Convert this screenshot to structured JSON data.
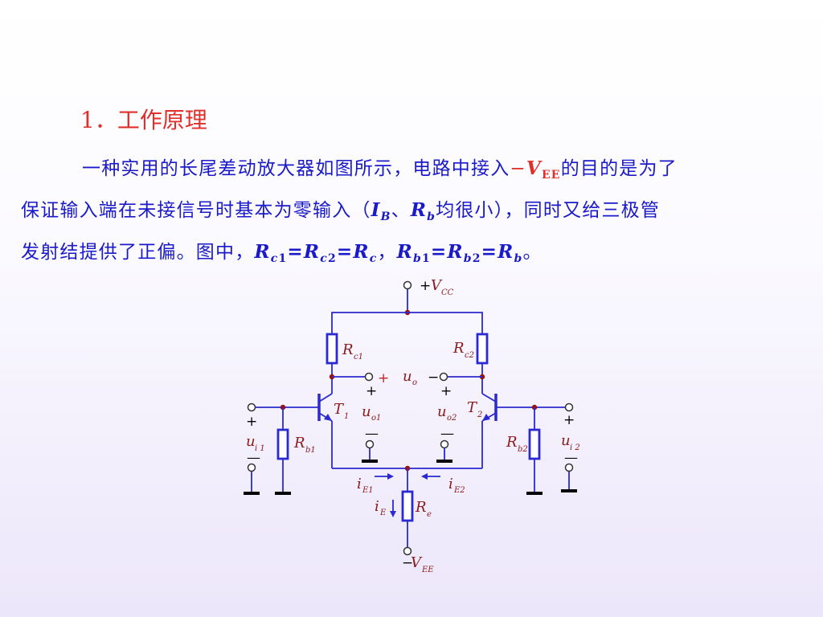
{
  "heading": "1．工作原理",
  "paragraph": {
    "line1_text": "一种实用的长尾差动放大器如图所示，电路中接入",
    "line1_minus": "−",
    "line1_var": "V",
    "line1_sub": "EE",
    "line1_tail": "的目的是为了",
    "line2_text": "保证输入端在未接信号时基本为零输入（",
    "line2_var1": "I",
    "line2_sub1": "B",
    "line2_sep": "、",
    "line2_var2": "R",
    "line2_sub2": "b",
    "line2_tail": "均很小），同时又给三极管",
    "line3_text": "发射结提供了正偏。图中，",
    "line3_eq1": "R",
    "line3_eq1_sub": "c",
    "line3_eq1_n": "1",
    "line3_eq2": "=R",
    "line3_eq2_sub": "c",
    "line3_eq2_n": "2",
    "line3_eq3": "=R",
    "line3_eq3_sub": "c",
    "line3_comma": "，",
    "line3_eq4": "R",
    "line3_eq4_sub": "b",
    "line3_eq4_n": "1",
    "line3_eq5": "=R",
    "line3_eq5_sub": "b",
    "line3_eq5_n": "2",
    "line3_eq6": "=R",
    "line3_eq6_sub": "b",
    "line3_end": "。"
  },
  "circuit": {
    "vcc": {
      "sign": "+",
      "v": "V",
      "sub": "CC"
    },
    "vee": {
      "sign": "−",
      "v": "V",
      "sub": "EE"
    },
    "rc1": {
      "main": "R",
      "sub": "c1"
    },
    "rc2": {
      "main": "R",
      "sub": "c2"
    },
    "rb1": {
      "main": "R",
      "sub": "b1"
    },
    "rb2": {
      "main": "R",
      "sub": "b2"
    },
    "re": {
      "main": "R",
      "sub": "e"
    },
    "t1": {
      "main": "T",
      "sub": "1"
    },
    "t2": {
      "main": "T",
      "sub": "2"
    },
    "uo": {
      "main": "u",
      "sub": "o",
      "plus": "+",
      "minus": "−"
    },
    "uo1": {
      "main": "u",
      "sub": "o1",
      "plus": "+",
      "minus": "—"
    },
    "uo2": {
      "main": "u",
      "sub": "o2",
      "plus": "+",
      "minus": "—"
    },
    "ui1": {
      "main": "u",
      "sub": "i 1",
      "plus": "+",
      "minus": "—"
    },
    "ui2": {
      "main": "u",
      "sub": "i 2",
      "plus": "+",
      "minus": "—"
    },
    "ie1": {
      "main": "i",
      "sub": "E1"
    },
    "ie2": {
      "main": "i",
      "sub": "E2"
    },
    "ie": {
      "main": "i",
      "sub": "E"
    }
  }
}
